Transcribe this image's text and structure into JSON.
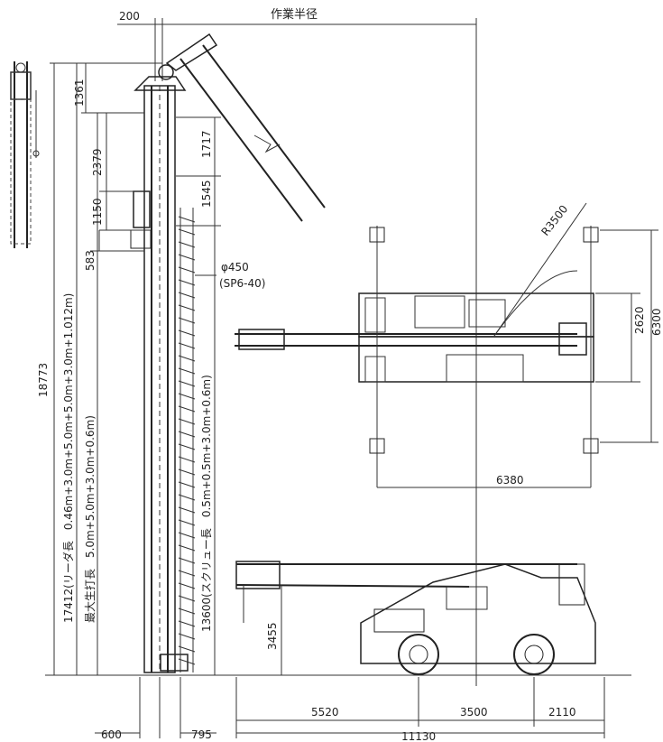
{
  "title": "作業半径",
  "labels": {
    "d200": "200",
    "d1361": "1361",
    "d2379": "2379",
    "d1150": "1150",
    "d583": "583",
    "d1717": "1717",
    "d1545": "1545",
    "d18773": "18773",
    "leader_len": "17412(リーダ長　0.46m+3.0m+5.0m+5.0m+3.0m+1.012m)",
    "pile_len": "最大生打長　5.0m+5.0m+3.0m+0.6m)",
    "screw_len": "13600(スクリュー長　0.5m+0.5m+3.0m+0.6m)",
    "phi": "φ450",
    "sp": "(SP6-40)",
    "r3500": "R3500",
    "d2620": "2620",
    "d6300": "6300",
    "d6380": "6380",
    "d3455": "3455",
    "d5520": "5520",
    "d3500": "3500",
    "d2110": "2110",
    "d11130": "11130",
    "d600": "600",
    "d795": "795"
  }
}
